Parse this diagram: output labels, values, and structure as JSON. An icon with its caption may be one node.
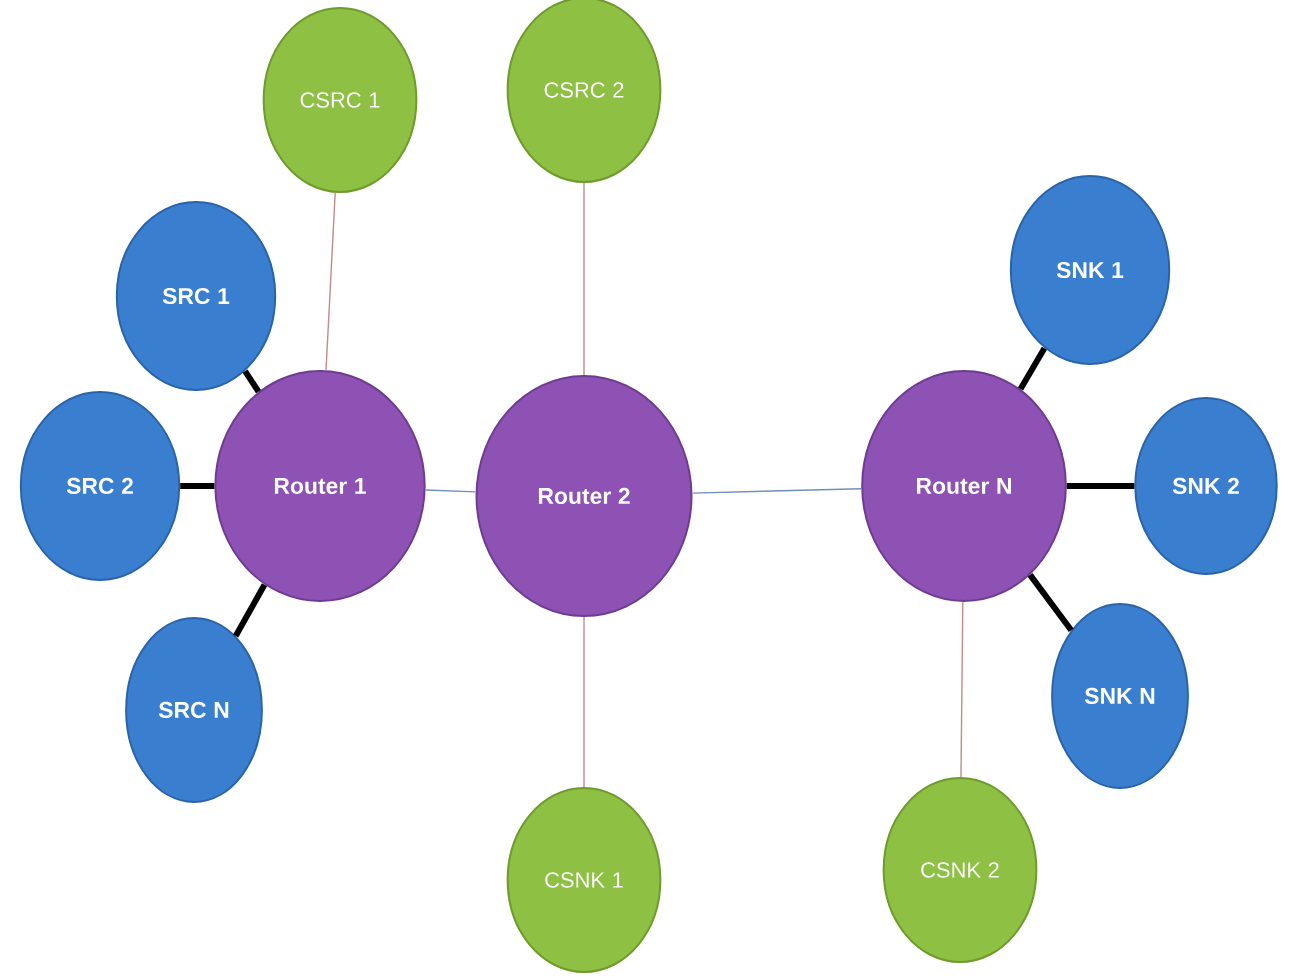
{
  "diagram": {
    "nodes": [
      {
        "text": [
          "CSRC 1"
        ]
      },
      {
        "text": [
          "CSRC 2"
        ]
      },
      {
        "text": [
          "SNK 1"
        ]
      },
      {
        "text": [
          "SRC 1"
        ]
      },
      {
        "text": [
          "SRC 2"
        ]
      },
      {
        "text": [
          "Router 1"
        ]
      },
      {
        "text": [
          "Router 2"
        ]
      },
      {
        "text": [
          "Router N"
        ]
      },
      {
        "text": [
          "SNK 2"
        ]
      },
      {
        "text": [
          "SRC N"
        ]
      },
      {
        "text": [
          "SNK N"
        ]
      },
      {
        "text": [
          "CSNK 1"
        ]
      },
      {
        "text": [
          "CSNK 2"
        ]
      }
    ],
    "edges": [
      {
        "from": 3,
        "to": 5,
        "arrow": "none",
        "style": "thick"
      },
      {
        "from": 4,
        "to": 5,
        "arrow": "none",
        "style": "thick"
      },
      {
        "from": 9,
        "to": 5,
        "arrow": "none",
        "style": "thick"
      },
      {
        "from": 0,
        "to": 5,
        "arrow": "none",
        "color": "#c48a8a"
      },
      {
        "from": 5,
        "to": 6,
        "arrow": "none",
        "color": "#6f8fbf"
      },
      {
        "from": 1,
        "to": 6,
        "arrow": "none",
        "color": "#c48a8a"
      },
      {
        "from": 6,
        "to": 11,
        "arrow": "none",
        "color": "#c48a8a"
      },
      {
        "from": 6,
        "to": 7,
        "arrow": "none",
        "color": "#6f8fbf"
      },
      {
        "from": 7,
        "to": 2,
        "arrow": "none",
        "style": "thick"
      },
      {
        "from": 7,
        "to": 8,
        "arrow": "none",
        "style": "thick"
      },
      {
        "from": 7,
        "to": 10,
        "arrow": "none",
        "style": "thick"
      },
      {
        "from": 7,
        "to": 12,
        "arrow": "none",
        "color": "#c48a8a"
      }
    ]
  }
}
